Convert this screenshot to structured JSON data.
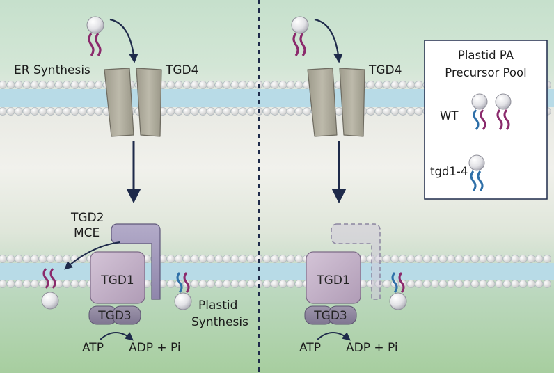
{
  "labels": {
    "er_synthesis": "ER Synthesis",
    "tgd4_left": "TGD4",
    "tgd4_right": "TGD4",
    "tgd2": "TGD2",
    "mce": "MCE",
    "tgd1_left": "TGD1",
    "tgd1_right": "TGD1",
    "tgd3_left": "TGD3",
    "tgd3_right": "TGD3",
    "plastid": "Plastid",
    "synthesis": "Synthesis",
    "atp_left": "ATP",
    "adp_left": "ADP + Pi",
    "atp_right": "ATP",
    "adp_right": "ADP + Pi"
  },
  "legend": {
    "title_line1": "Plastid PA",
    "title_line2": "Precursor Pool",
    "wt": "WT",
    "mutant": "tgd1-4"
  },
  "colors": {
    "background_green": "#c2ddc9",
    "membrane_blue": "#b7dbe8",
    "lipid_head": "#ececec",
    "protein_grey": "#b1ae9f",
    "protein_purple": "#c2b0c6",
    "tgd2_purple": "#a49cbc",
    "er_chain": "#8b2a6c",
    "plastid_chain": "#2e6fa8",
    "divider": "#1e2a4a"
  }
}
